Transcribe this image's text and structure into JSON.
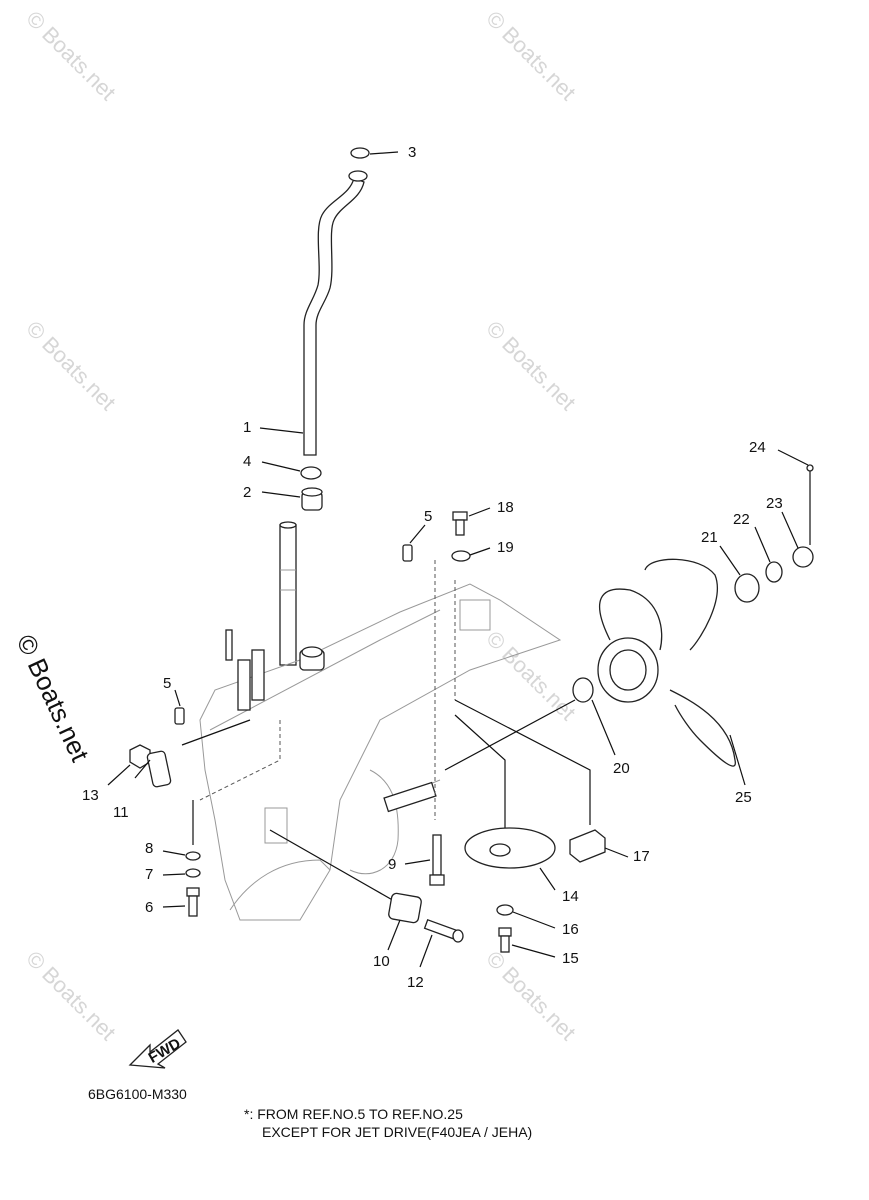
{
  "watermarks": {
    "text": "© Boats.net",
    "side": "© Boats.net"
  },
  "fwd_label": "FWD",
  "diagram_code": "6BG6100-M330",
  "note": {
    "line1": "*: FROM REF.NO.5 TO REF.NO.25",
    "line2": "EXCEPT FOR JET DRIVE(F40JEA / JEHA)"
  },
  "callouts": [
    "1",
    "2",
    "3",
    "4",
    "5",
    "5",
    "6",
    "7",
    "8",
    "9",
    "10",
    "11",
    "12",
    "13",
    "14",
    "15",
    "16",
    "17",
    "18",
    "19",
    "20",
    "21",
    "22",
    "23",
    "24",
    "25"
  ]
}
